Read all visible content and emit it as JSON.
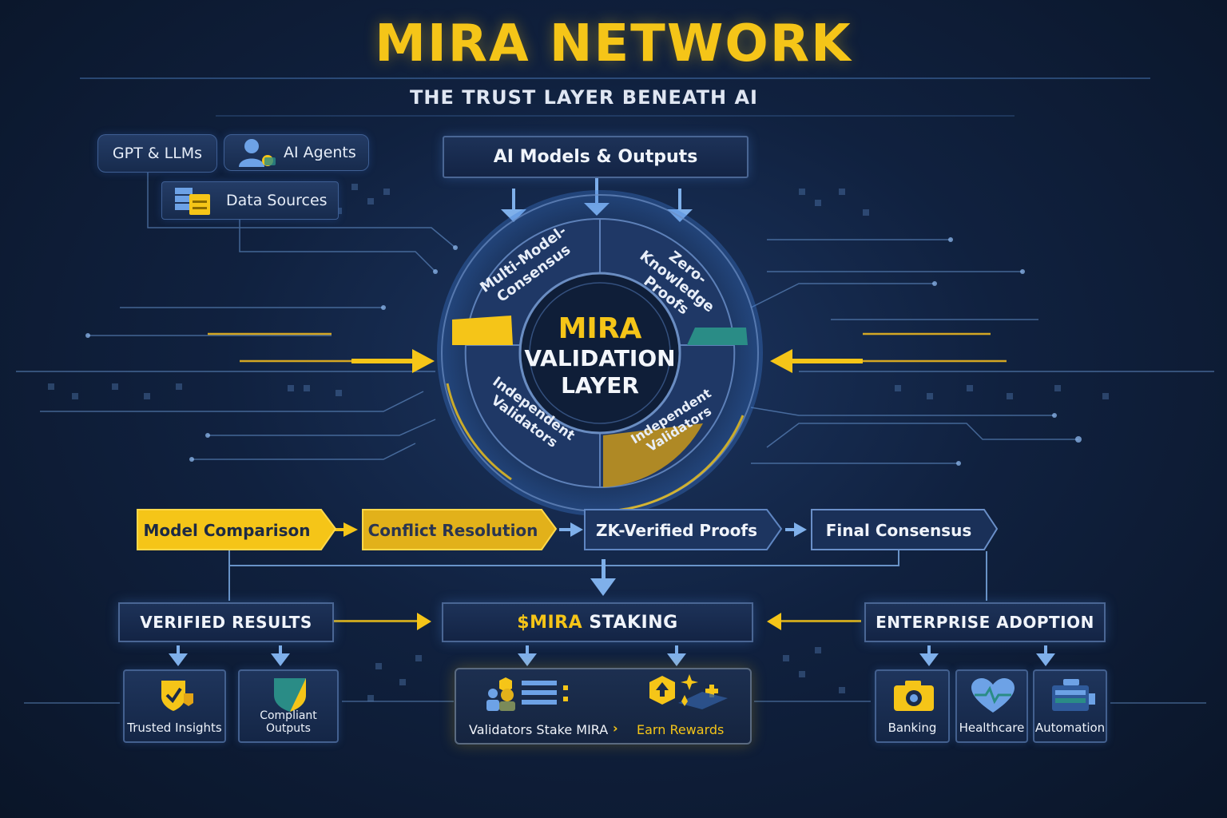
{
  "header": {
    "title": "MIRA NETWORK",
    "subtitle": "THE TRUST LAYER BENEATH AI"
  },
  "inputs": {
    "gpt_llms": "GPT & LLMs",
    "ai_agents": "AI Agents",
    "data_sources": "Data Sources",
    "models_outputs": "AI Models & Outputs"
  },
  "validation_layer": {
    "center_line1": "MIRA",
    "center_line2": "VALIDATION",
    "center_line3": "LAYER",
    "segment_top_left": "Multi-Model-Consensus",
    "segment_top_right": "Zero-Knowledge Proofs",
    "segment_bottom_left": "Independent Validators",
    "segment_bottom_right": "Independent Validators"
  },
  "pipeline": {
    "steps": [
      "Model Comparison",
      "Conflict Resolution",
      "ZK-Verified Proofs",
      "Final Consensus"
    ]
  },
  "outputs": {
    "verified_results": "VERIFIED RESULTS",
    "staking_token": "$MIRA",
    "staking_word": " STAKING",
    "enterprise": "ENTERPRISE ADOPTION",
    "trusted_insights": "Trusted Insights",
    "compliant_outputs": "Compliant Outputs",
    "validators_stake": "Validators Stake MIRA",
    "earn_rewards": "Earn Rewards",
    "banking": "Banking",
    "healthcare": "Healthcare",
    "automation": "Automation"
  },
  "colors": {
    "accent_gold": "#f5c518",
    "teal": "#2a8c86",
    "panel_blue": "#1d3258",
    "line_blue": "#7fb0ea"
  },
  "icons": [
    "cloud-icon",
    "user-icon",
    "database-icon",
    "shield-check-icon",
    "shield-icon",
    "validator-icon",
    "reward-icon",
    "camera-icon",
    "heart-icon",
    "robot-icon"
  ]
}
